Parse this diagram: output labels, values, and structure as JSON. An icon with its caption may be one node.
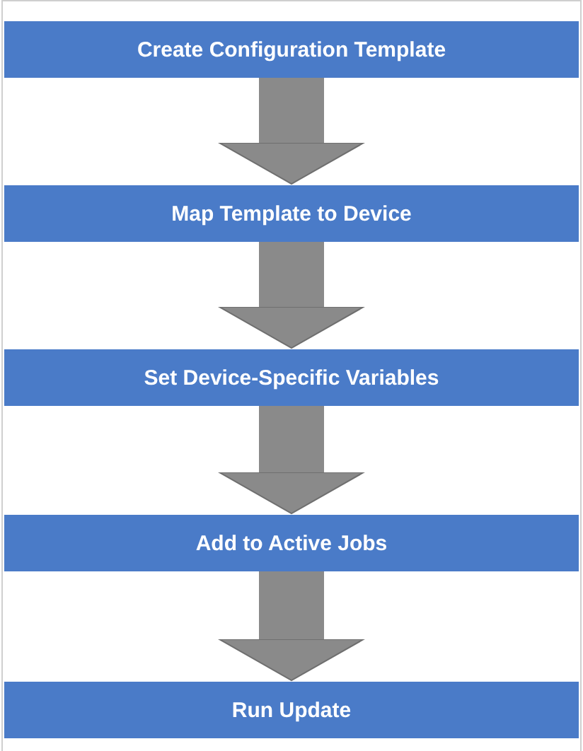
{
  "diagram": {
    "nodes": [
      {
        "text": [
          "Create Configuration Template"
        ]
      },
      {
        "text": [
          "Map Template to Device"
        ]
      },
      {
        "text": [
          "Set Device-Specific Variables"
        ]
      },
      {
        "text": [
          "Add to Active Jobs"
        ]
      },
      {
        "text": [
          "Run Update"
        ]
      }
    ],
    "edges": [
      {
        "from": 0,
        "to": 1,
        "arrow": "to"
      },
      {
        "from": 1,
        "to": 2,
        "arrow": "to"
      },
      {
        "from": 2,
        "to": 3,
        "arrow": "to"
      },
      {
        "from": 3,
        "to": 4,
        "arrow": "to"
      }
    ]
  }
}
